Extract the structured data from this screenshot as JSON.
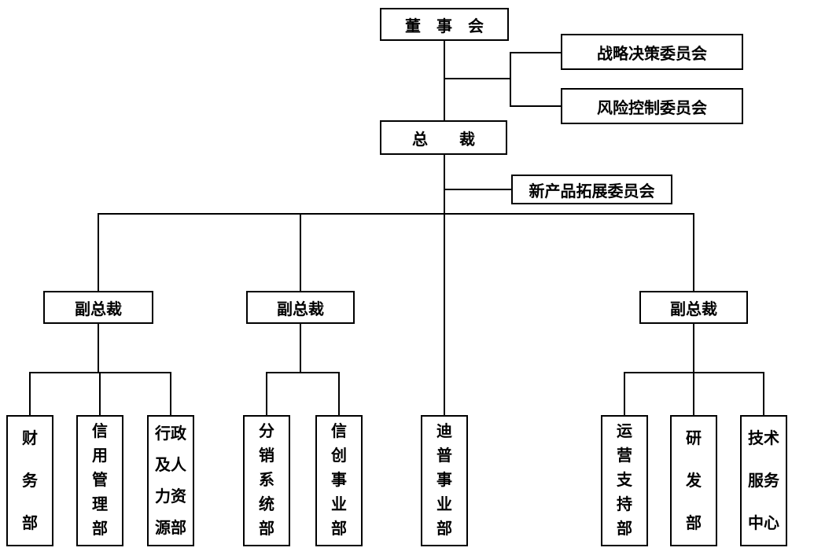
{
  "org_chart": {
    "board": "董　事　会",
    "strategy_committee": "战略决策委员会",
    "risk_committee": "风险控制委员会",
    "president": "总　　裁",
    "new_product_committee": "新产品拓展委员会",
    "vp1": "副总裁",
    "vp2": "副总裁",
    "vp3": "副总裁",
    "departments": {
      "finance": "财\n务\n部",
      "credit": "信\n用\n管\n理\n部",
      "admin_hr": "行政\n及人\n力资\n源部",
      "distribution": "分\n销\n系\n统\n部",
      "xinchuang": "信\n创\n事\n业\n部",
      "dp": "迪\n普\n事\n业\n部",
      "operations": "运\n营\n支\n持\n部",
      "rnd": "研\n发\n部",
      "tech_service": "技术\n服务\n中心"
    }
  }
}
